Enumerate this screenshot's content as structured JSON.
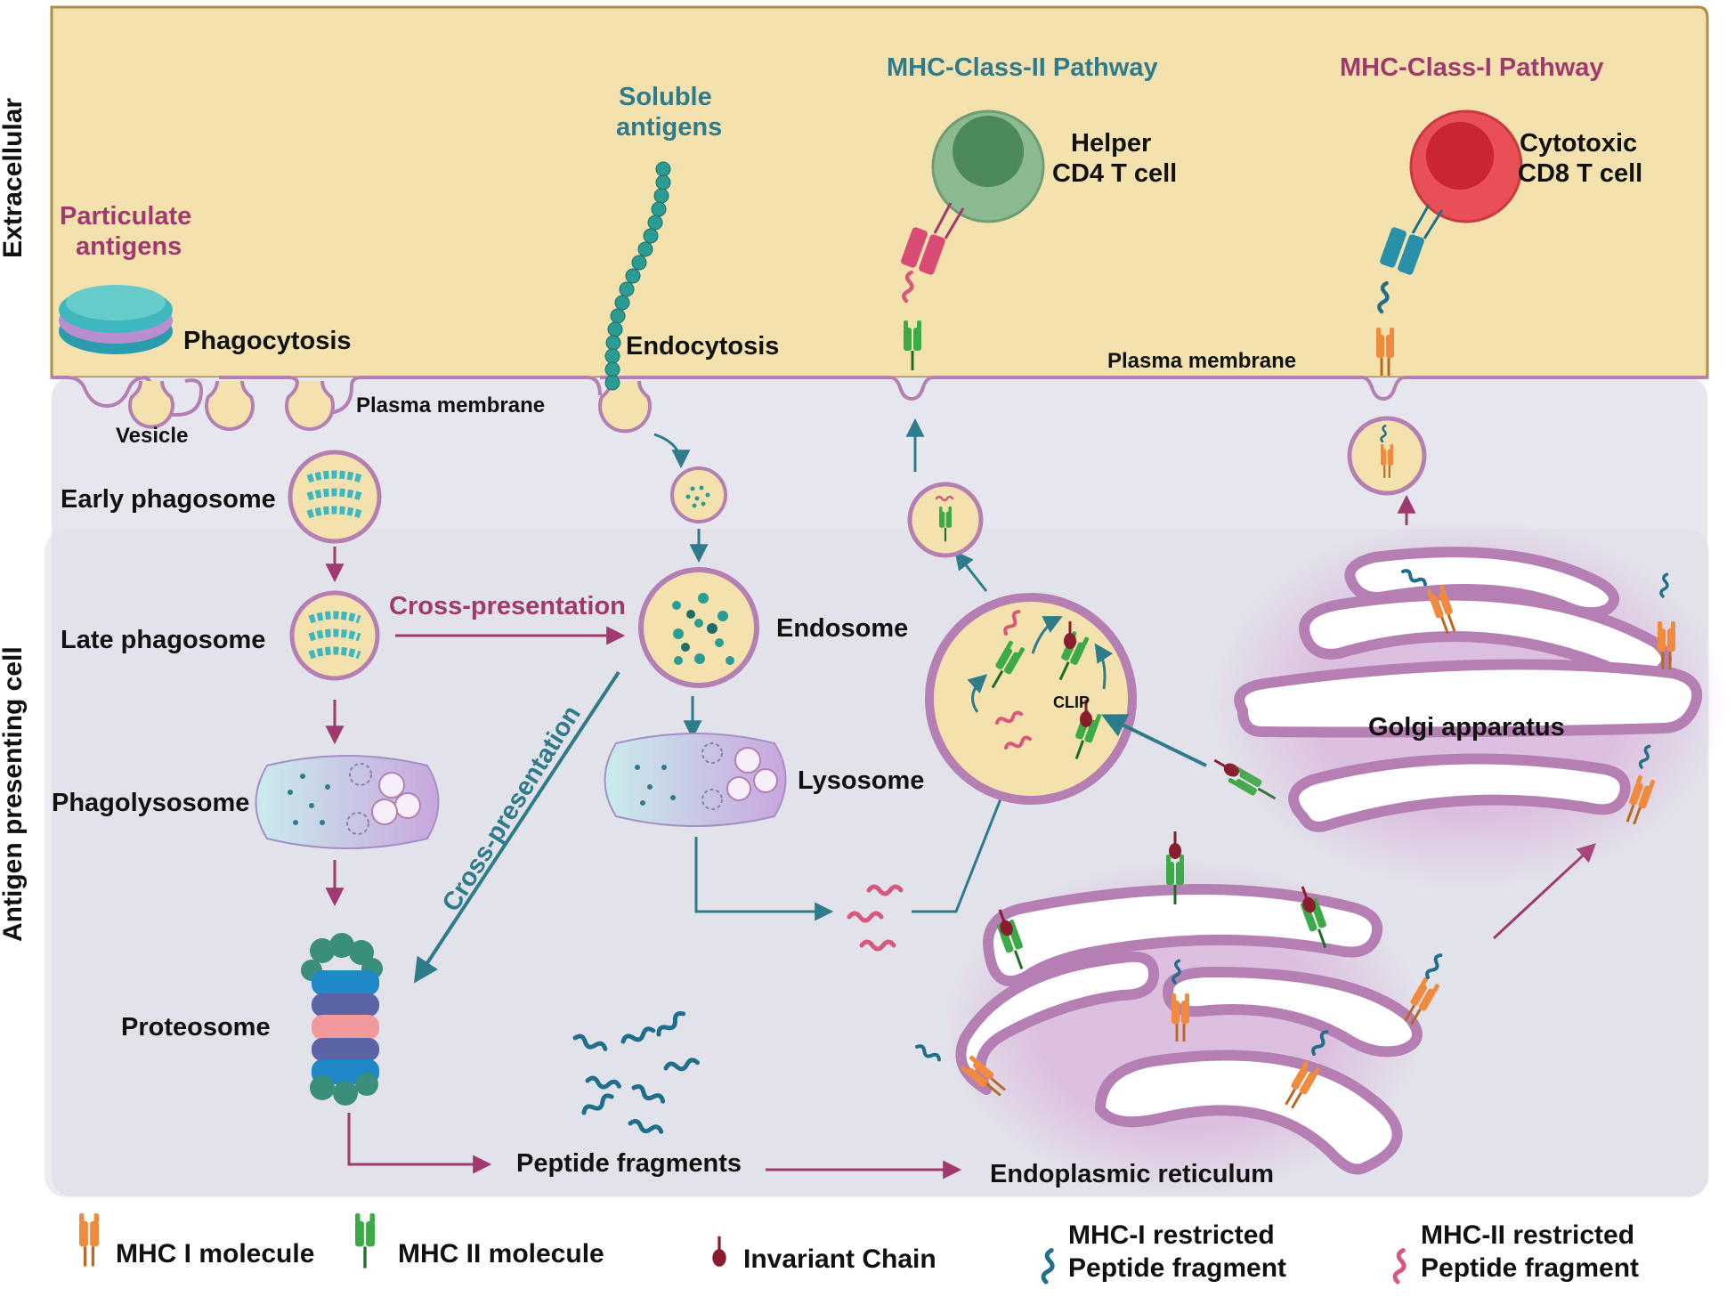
{
  "regions": {
    "extracellular": "Extracellular",
    "apc": "Antigen presenting cell"
  },
  "labels": {
    "particulate_antigens_1": "Particulate",
    "particulate_antigens_2": "antigens",
    "soluble_antigens_1": "Soluble",
    "soluble_antigens_2": "antigens",
    "phagocytosis": "Phagocytosis",
    "endocytosis": "Endocytosis",
    "vesicle": "Vesicle",
    "plasma_membrane_left": "Plasma membrane",
    "plasma_membrane_right": "Plasma membrane",
    "mhc2_pathway": "MHC-Class-II Pathway",
    "mhc1_pathway": "MHC-Class-I Pathway",
    "helper_1": "Helper",
    "helper_2": "CD4 T cell",
    "cytotoxic_1": "Cytotoxic",
    "cytotoxic_2": "CD8 T cell",
    "early_phagosome": "Early phagosome",
    "late_phagosome": "Late phagosome",
    "cross_presentation_top": "Cross-presentation",
    "cross_presentation_diag": "Cross-presentation",
    "endosome": "Endosome",
    "lysosome": "Lysosome",
    "phagolysosome": "Phagolysosome",
    "proteosome": "Proteosome",
    "peptide_fragments": "Peptide fragments",
    "endoplasmic_reticulum": "Endoplasmic reticulum",
    "golgi_apparatus": "Golgi apparatus",
    "clip": "CLIP"
  },
  "legend": {
    "mhc1": "MHC I molecule",
    "mhc2": "MHC II molecule",
    "invariant": "Invariant Chain",
    "mhc1_peptide_1": "MHC-I restricted",
    "mhc1_peptide_2": "Peptide fragment",
    "mhc2_peptide_1": "MHC-II restricted",
    "mhc2_peptide_2": "Peptide fragment"
  },
  "colors": {
    "extracellular_bg": "#f3e2ae",
    "cell_bg": "#e6e7ee",
    "membrane": "#b57fb4",
    "teal": "#2e7b8c",
    "purple": "#a0396f",
    "mhc1": "#f08a3c",
    "mhc2": "#3daa48",
    "invariant": "#8b1c2e",
    "mhc2_peptide": "#d8577a",
    "mhc1_peptide": "#1f6e8c"
  },
  "icons": [
    "mhc1-molecule-icon",
    "mhc2-molecule-icon",
    "invariant-chain-icon",
    "mhc1-peptide-icon",
    "mhc2-peptide-icon",
    "t-cell-icon",
    "proteasome-icon",
    "golgi-icon",
    "er-icon"
  ]
}
